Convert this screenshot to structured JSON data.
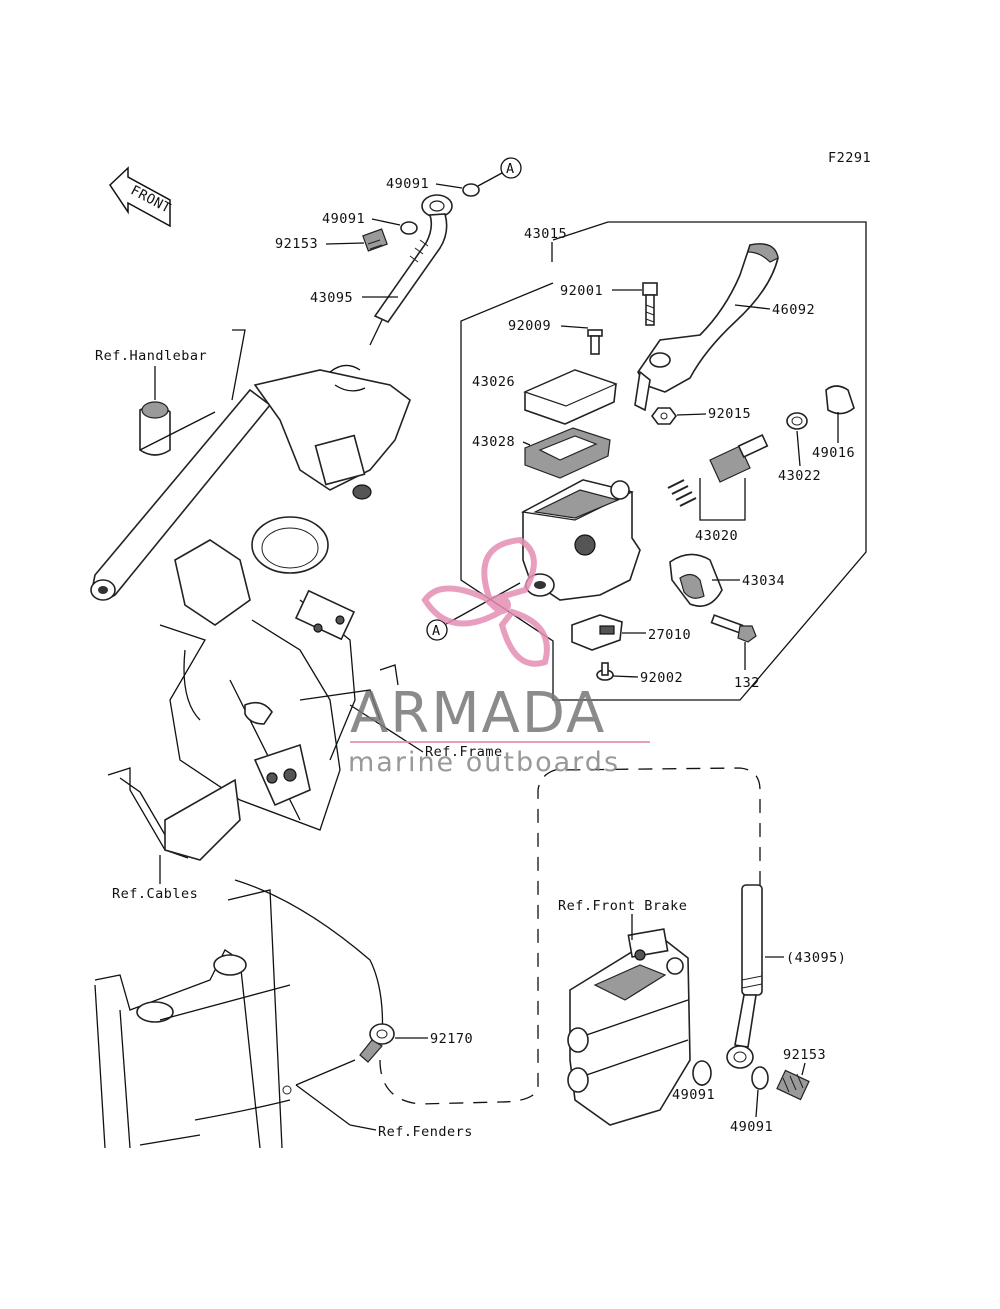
{
  "diagram_code": "F2291",
  "front_arrow": {
    "text": "FRONT"
  },
  "callout_marker": "A",
  "labels": {
    "p49091_top": "49091",
    "p49091_mid": "49091",
    "p92153_top": "92153",
    "p43095_top": "43095",
    "p43015": "43015",
    "p92001": "92001",
    "p46092": "46092",
    "p92009": "92009",
    "p43026": "43026",
    "p92015": "92015",
    "p43028": "43028",
    "p49016": "49016",
    "p43022": "43022",
    "p43020": "43020",
    "p43034": "43034",
    "p27010": "27010",
    "p132": "132",
    "p92002": "92002",
    "p43095_bottom": "(43095)",
    "p92153_bottom": "92153",
    "p49091_bottom_left": "49091",
    "p49091_bottom_right": "49091",
    "p92170": "92170"
  },
  "references": {
    "handlebar": "Ref.Handlebar",
    "frame": "Ref.Frame",
    "cables": "Ref.Cables",
    "front_brake": "Ref.Front Brake",
    "fenders": "Ref.Fenders"
  },
  "watermark": {
    "brand": "ARMADA",
    "tagline": "marine outboards",
    "colors": {
      "logo": "#e58fb4",
      "text": "#7a7a7a",
      "rule": "#e58fb4"
    }
  }
}
